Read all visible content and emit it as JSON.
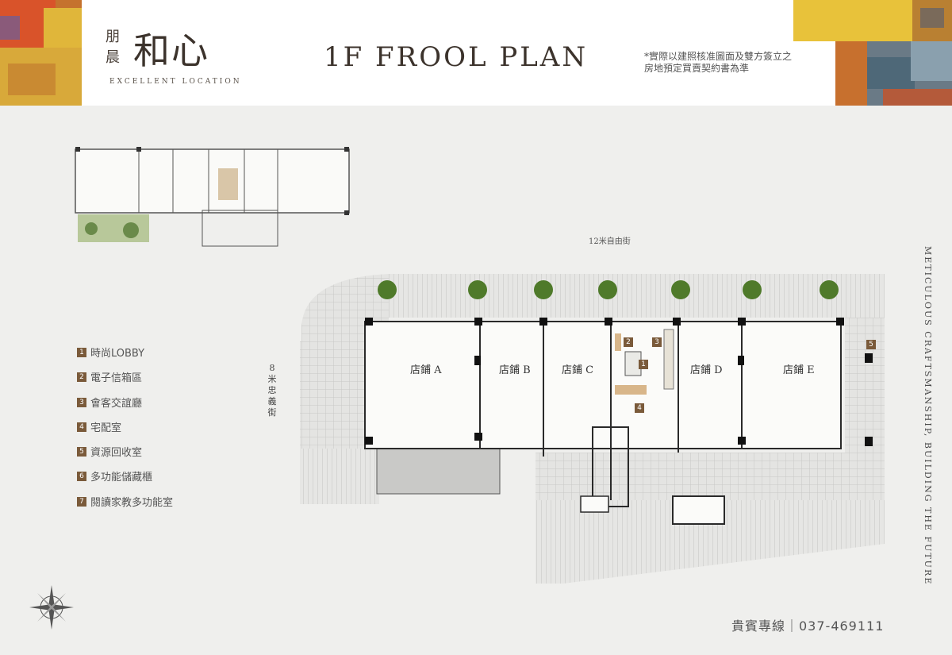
{
  "header": {
    "brand_small_1": "朋",
    "brand_small_2": "晨",
    "brand_main": "和心",
    "brand_sub": "EXCELLENT LOCATION",
    "title": "1F FROOL PLAN",
    "note_line1": "*實際以建照核准圖面及雙方簽立之",
    "note_line2": "房地預定買賣契約書為準"
  },
  "legend": [
    {
      "num": "1",
      "label": "時尚LOBBY"
    },
    {
      "num": "2",
      "label": "電子信箱區"
    },
    {
      "num": "3",
      "label": "會客交誼廳"
    },
    {
      "num": "4",
      "label": "宅配室"
    },
    {
      "num": "5",
      "label": "資源回收室"
    },
    {
      "num": "6",
      "label": "多功能儲藏櫃"
    },
    {
      "num": "7",
      "label": "閱讀家教多功能室"
    }
  ],
  "plan": {
    "street_top": "12米自由街",
    "street_left": "8米忠義街",
    "shops": [
      "店鋪 A",
      "店鋪 B",
      "店鋪 C",
      "店鋪 D",
      "店鋪 E"
    ],
    "markers": [
      "1",
      "2",
      "3",
      "4",
      "5"
    ]
  },
  "slogan": "METICULOUS CRAFTSMANSHIP, BUILDING THE FUTURE",
  "hotline": "貴賓專線｜037-469111",
  "colors": {
    "accent": "#7a5a3a",
    "header_bg": "#ffffff",
    "page_bg": "#efefed"
  }
}
